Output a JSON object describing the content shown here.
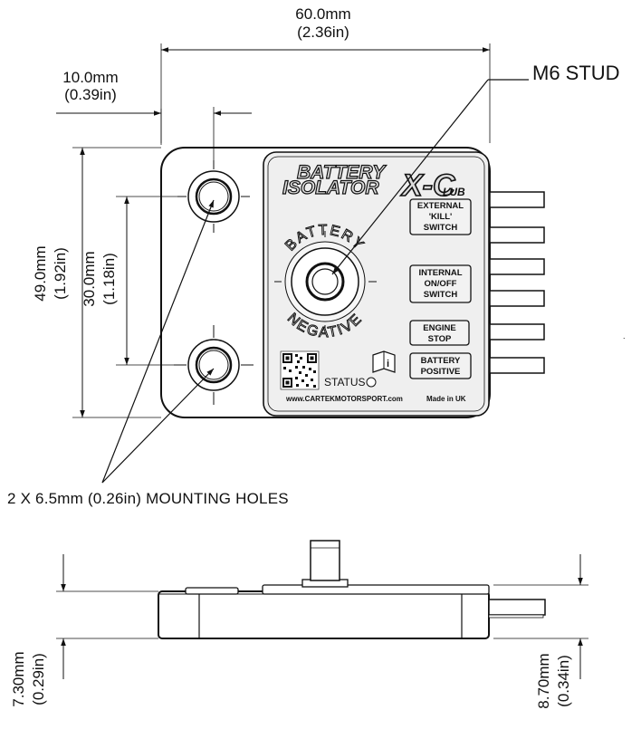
{
  "dimensions": {
    "width_mm": "60.0mm",
    "width_in": "(2.36in)",
    "offset_mm": "10.0mm",
    "offset_in": "(0.39in)",
    "height_mm": "49.0mm",
    "height_in": "(1.92in)",
    "hole_spacing_mm": "30.0mm",
    "hole_spacing_in": "(1.18in)",
    "base_thickness_mm": "7.30mm",
    "base_thickness_in": "(0.29in)",
    "total_thickness_mm": "8.70mm",
    "total_thickness_in": "(0.34in)"
  },
  "callouts": {
    "stud": "M6 STUD",
    "mounting_holes": "2   X 6.5mm (0.26in) MOUNTING HOLES"
  },
  "label": {
    "title_line1": "BATTERY",
    "title_line2": "ISOLATOR",
    "logo_x": "X-C",
    "logo_lub": "LUB",
    "arc_top": "BATTERY",
    "arc_bottom": "NEGATIVE",
    "status": "STATUS",
    "website": "www.CARTEKMOTORSPORT.com",
    "made_in": "Made in UK",
    "info_icon_char": "i"
  },
  "connectors": [
    {
      "line1": "EXTERNAL",
      "line2": "'KILL'",
      "line3": "SWITCH"
    },
    {
      "line1": "INTERNAL",
      "line2": "ON/OFF",
      "line3": "SWITCH"
    },
    {
      "line1": "ENGINE",
      "line2": "STOP"
    },
    {
      "line1": "BATTERY",
      "line2": "POSITIVE"
    }
  ]
}
